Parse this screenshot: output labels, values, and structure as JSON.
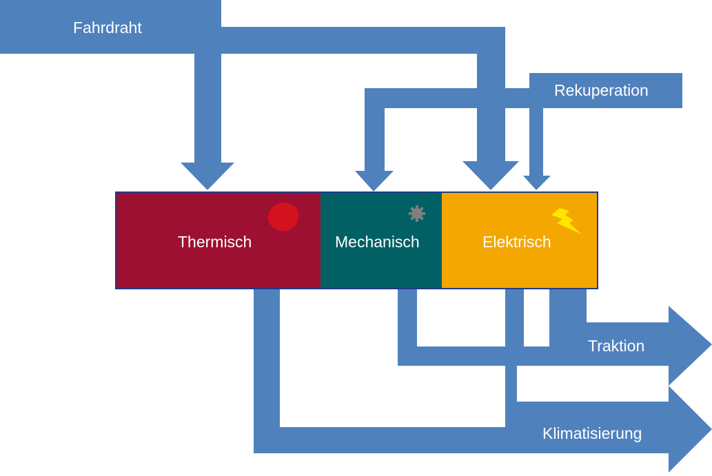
{
  "labels": {
    "source_overhead_line": "Fahrdraht",
    "source_recuperation": "Rekuperation",
    "block_thermal": "Thermisch",
    "block_mechanical": "Mechanisch",
    "block_electrical": "Elektrisch",
    "sink_traction": "Traktion",
    "sink_climate": "Klimatisierung"
  },
  "colors": {
    "flow": "#4f81bd",
    "thermal": "#9e1031",
    "mechanical": "#006064",
    "electrical": "#f3a700",
    "block_border": "#1f3a8a",
    "text_light": "#ffffff",
    "fire_icon": "#d4111f",
    "gear_icon": "#808080",
    "lightning_icon": "#ffe600"
  },
  "icons": [
    "fire-icon",
    "gear-icon",
    "lightning-icon"
  ]
}
